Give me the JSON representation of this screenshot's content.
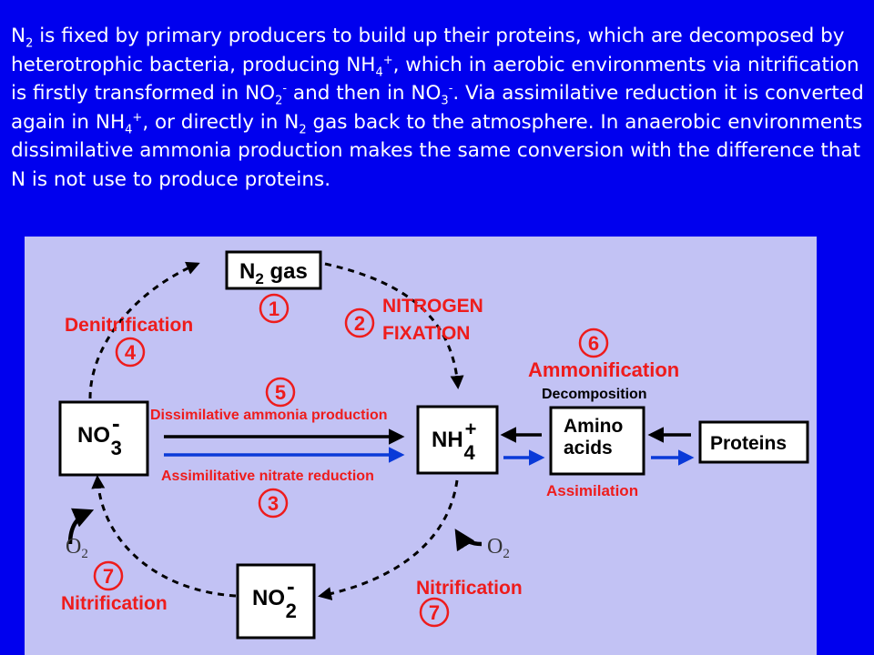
{
  "caption": {
    "s1": "N",
    "s2": "2",
    "s3": " is fixed by primary producers to build up their proteins, which are decomposed by heterotrophic bacteria, producing NH",
    "s4": "4",
    "s5": "+",
    "s6": ", which in aerobic environments via nitrification is firstly transformed in NO",
    "s7": "2",
    "s8": "-",
    "s9": " and then in NO",
    "s10": "3",
    "s11": "-",
    "s12": ". Via assimilative reduction it is converted again in NH",
    "s13": "4",
    "s14": "+",
    "s15": ", or directly in N",
    "s16": "2",
    "s17": " gas back to the atmosphere. In anaerobic environments dissimilative ammonia production makes the same conversion with the difference that N is not use to produce proteins."
  },
  "nodes": {
    "n2": {
      "main": "N",
      "sub": "2",
      "rest": " gas"
    },
    "nh4": {
      "main": "NH",
      "sup": "+",
      "sub": "4"
    },
    "no3": {
      "main": "NO",
      "sup": "-",
      "sub": "3"
    },
    "no2": {
      "main": "NO",
      "sup": "-",
      "sub": "2"
    },
    "amino": {
      "line1": "Amino",
      "line2": "acids"
    },
    "proteins": {
      "label": "Proteins"
    }
  },
  "processes": {
    "nitrogen_fixation_1": "NITROGEN",
    "nitrogen_fixation_2": "FIXATION",
    "denitrification": "Denitrification",
    "dissimilative": "Dissimilative ammonia production",
    "assimilative": "Assimilitative nitrate reduction",
    "ammonification": "Ammonification",
    "decomposition": "Decomposition",
    "assimilation": "Assimilation",
    "nitrification_right": "Nitrification",
    "nitrification_left": "Nitrification"
  },
  "numbers": {
    "n1": "1",
    "n2": "2",
    "n3": "3",
    "n4": "4",
    "n5": "5",
    "n6": "6",
    "n7a": "7",
    "n7b": "7"
  },
  "o2": {
    "o": "O",
    "sub": "2"
  },
  "colors": {
    "background": "#0000ee",
    "panel": "#c2c2f4",
    "label_red": "#ee1c1c",
    "arrow_blue": "#0a3ad8"
  }
}
